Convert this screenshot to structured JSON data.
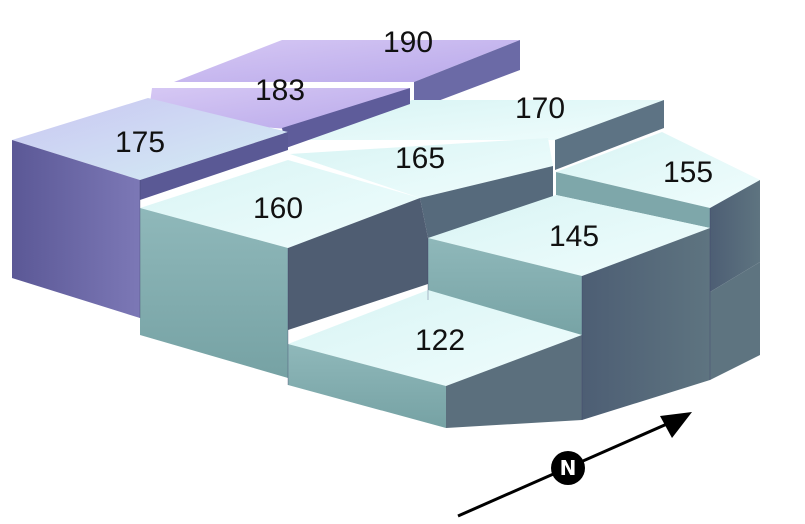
{
  "blocks": [
    {
      "id": "block-190",
      "label": "190"
    },
    {
      "id": "block-183",
      "label": "183"
    },
    {
      "id": "block-170",
      "label": "170"
    },
    {
      "id": "block-175",
      "label": "175"
    },
    {
      "id": "block-165",
      "label": "165"
    },
    {
      "id": "block-155",
      "label": "155"
    },
    {
      "id": "block-160",
      "label": "160"
    },
    {
      "id": "block-145",
      "label": "145"
    },
    {
      "id": "block-122",
      "label": "122"
    }
  ],
  "compass": {
    "label": "N",
    "icon": "north-arrow-icon"
  },
  "colors": {
    "top_high": "#c8b9f0",
    "top_low": "#e6fbfb",
    "wall_dark": "#5d5b96",
    "wall_teal": "#7aa6a8",
    "ink": "#000000"
  }
}
